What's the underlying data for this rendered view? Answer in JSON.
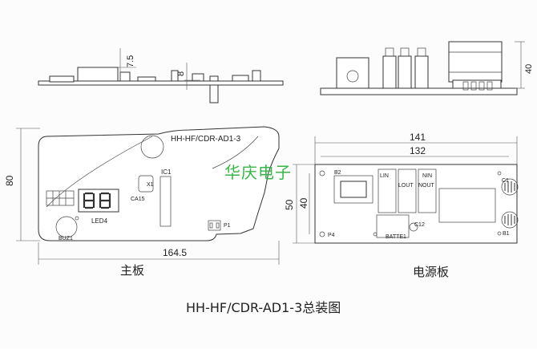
{
  "watermark": "华庆电子",
  "title": "HH-HF/CDR-AD1-3总装图",
  "main_board": {
    "caption": "主板",
    "model_label": "HH-HF/CDR-AD1-3",
    "components": {
      "ic": "IC1",
      "crystal": "X1",
      "cap": "CA15",
      "led": "LED4",
      "buzzer": "BUZ1",
      "connector": "P1"
    },
    "dims": {
      "width": "164.5",
      "height": "80"
    },
    "side_dims": {
      "a": "7.5",
      "b": "8"
    }
  },
  "power_board": {
    "caption": "电源板",
    "components": {
      "b2": "B2",
      "lin": "LIN",
      "lout": "LOUT",
      "nin": "NIN",
      "nout": "NOUT",
      "battery": "BATTE1",
      "c12": "C12",
      "c1": "C1",
      "b1": "B1",
      "p4": "P4"
    },
    "dims": {
      "outer_width": "141",
      "inner_width": "132",
      "outer_height": "50",
      "inner_height": "40",
      "side_height": "40"
    }
  }
}
